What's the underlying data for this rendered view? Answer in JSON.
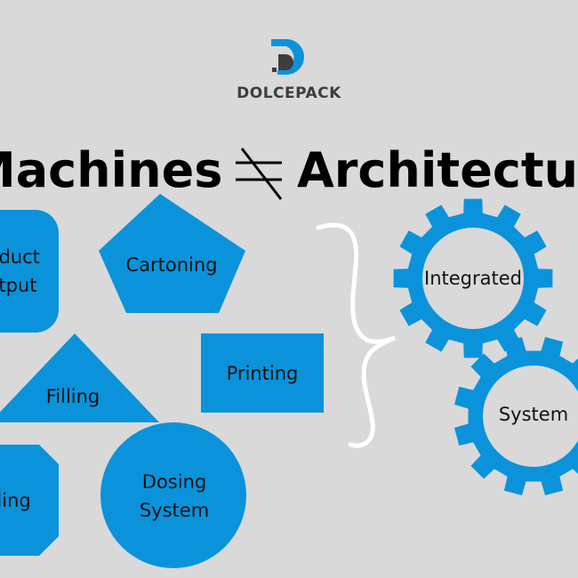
{
  "logo": {
    "brand_name": "DOLCEPACK"
  },
  "title": {
    "left": "Machines",
    "symbol": "≠",
    "right": "Architecture"
  },
  "machines": {
    "product_output": [
      "Product",
      "Output"
    ],
    "cartoning": "Cartoning",
    "filling": "Filling",
    "printing": "Printing",
    "sealing": "Sealing",
    "dosing": [
      "Dosing",
      "System"
    ]
  },
  "architecture": {
    "gear1": "Integrated",
    "gear2": "System"
  },
  "colors": {
    "blue": "#0a93db",
    "background": "#d9d9d9",
    "dark": "#3d3d3d"
  }
}
